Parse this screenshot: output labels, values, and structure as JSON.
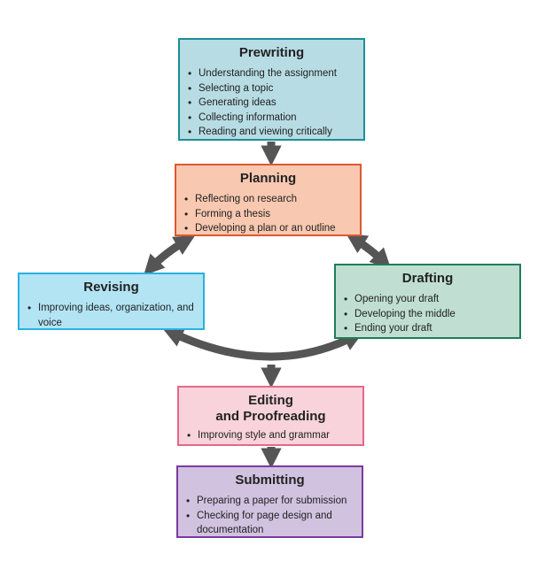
{
  "stages": {
    "prewriting": {
      "title": "Prewriting",
      "items": [
        "Understanding the assignment",
        "Selecting a topic",
        "Generating ideas",
        "Collecting information",
        "Reading and viewing critically"
      ],
      "fill": "#b7dce4",
      "border": "#1c8f98"
    },
    "planning": {
      "title": "Planning",
      "items": [
        "Reflecting on research",
        "Forming a thesis",
        "Developing a plan or an outline"
      ],
      "fill": "#f8c8b0",
      "border": "#df5830"
    },
    "revising": {
      "title": "Revising",
      "items": [
        "Improving ideas, organization, and voice"
      ],
      "fill": "#b2e4f4",
      "border": "#28b2e0"
    },
    "drafting": {
      "title": "Drafting",
      "items": [
        "Opening your draft",
        "Developing the middle",
        "Ending your draft"
      ],
      "fill": "#c0dfd2",
      "border": "#1f7d58"
    },
    "editing": {
      "title_line1": "Editing",
      "title_line2": "and Proofreading",
      "items": [
        "Improving style and grammar"
      ],
      "fill": "#f8d3db",
      "border": "#e4688a"
    },
    "submitting": {
      "title": "Submitting",
      "items": [
        "Preparing a paper for submission",
        "Checking for page design and documentation"
      ],
      "fill": "#d1c2e0",
      "border": "#7b3aa0"
    }
  },
  "arrow_color": "#555555"
}
